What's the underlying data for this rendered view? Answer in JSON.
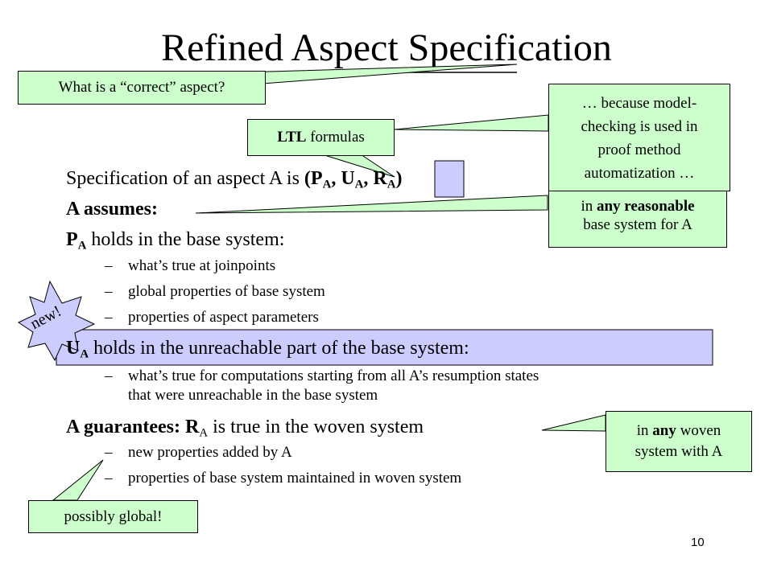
{
  "title": "Refined Aspect Specification",
  "slide_number": "10",
  "lines": {
    "spec_text": "Specification of an aspect A is ",
    "spec_open": "(P",
    "spec_a1": "A",
    "spec_comma1": ", U",
    "spec_a2": "A",
    "spec_comma2": ", R",
    "spec_a3": "A",
    "spec_close": ")",
    "assumes": "A assumes:",
    "pa_p": "P",
    "pa_sub": "A",
    "pa_rest": " holds in the base system:",
    "pa_items": [
      "what’s true at joinpoints",
      "global properties of base system",
      "properties of aspect parameters"
    ],
    "ua_u": "U",
    "ua_sub": "A",
    "ua_rest": " holds in the unreachable part of the base system:",
    "ua_item_1": "what’s true for computations starting from all A’s resumption states",
    "ua_item_2": "that were unreachable in the base system",
    "guar_bold": "A guarantees: R",
    "guar_sub": "A",
    "guar_rest": " is true in the woven system",
    "guar_items": [
      "new properties added by A",
      "properties of base system maintained in woven system"
    ],
    "dash": "–"
  },
  "callouts": {
    "correct": "What is a “correct” aspect?",
    "ltl_bold": "LTL",
    "ltl_rest": " formulas",
    "model_check_1": "… because model-",
    "model_check_2": "checking is used in",
    "model_check_3": "proof method",
    "model_check_4": "automatization …",
    "reasonable_pre": "in ",
    "reasonable_bold": "any reasonable",
    "reasonable_2": "base system for A",
    "woven_pre": "in ",
    "woven_bold": "any",
    "woven_post": " woven",
    "woven_2": "system with A",
    "global": "possibly global!",
    "new": "new!"
  },
  "colors": {
    "callout_fill": "#ccffcc",
    "highlight_fill": "#ccccff"
  }
}
